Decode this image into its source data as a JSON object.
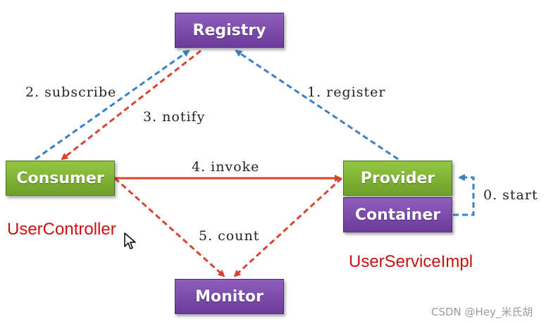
{
  "nodes": {
    "registry": "Registry",
    "consumer": "Consumer",
    "provider": "Provider",
    "container": "Container",
    "monitor": "Monitor"
  },
  "edges": {
    "subscribe": "2. subscribe",
    "notify": "3. notify",
    "register": "1. register",
    "invoke": "4. invoke",
    "start": "0. start",
    "count": "5. count"
  },
  "annotations": {
    "consumer_impl": "UserController",
    "provider_impl": "UserServiceImpl"
  },
  "watermark": "CSDN @Hey_米氏胡",
  "colors": {
    "node_purple": "#7b4aab",
    "node_green": "#7fb335",
    "arrow_red": "#d9422f",
    "arrow_blue": "#3b7fc4",
    "annotation_red": "#cc1010"
  }
}
